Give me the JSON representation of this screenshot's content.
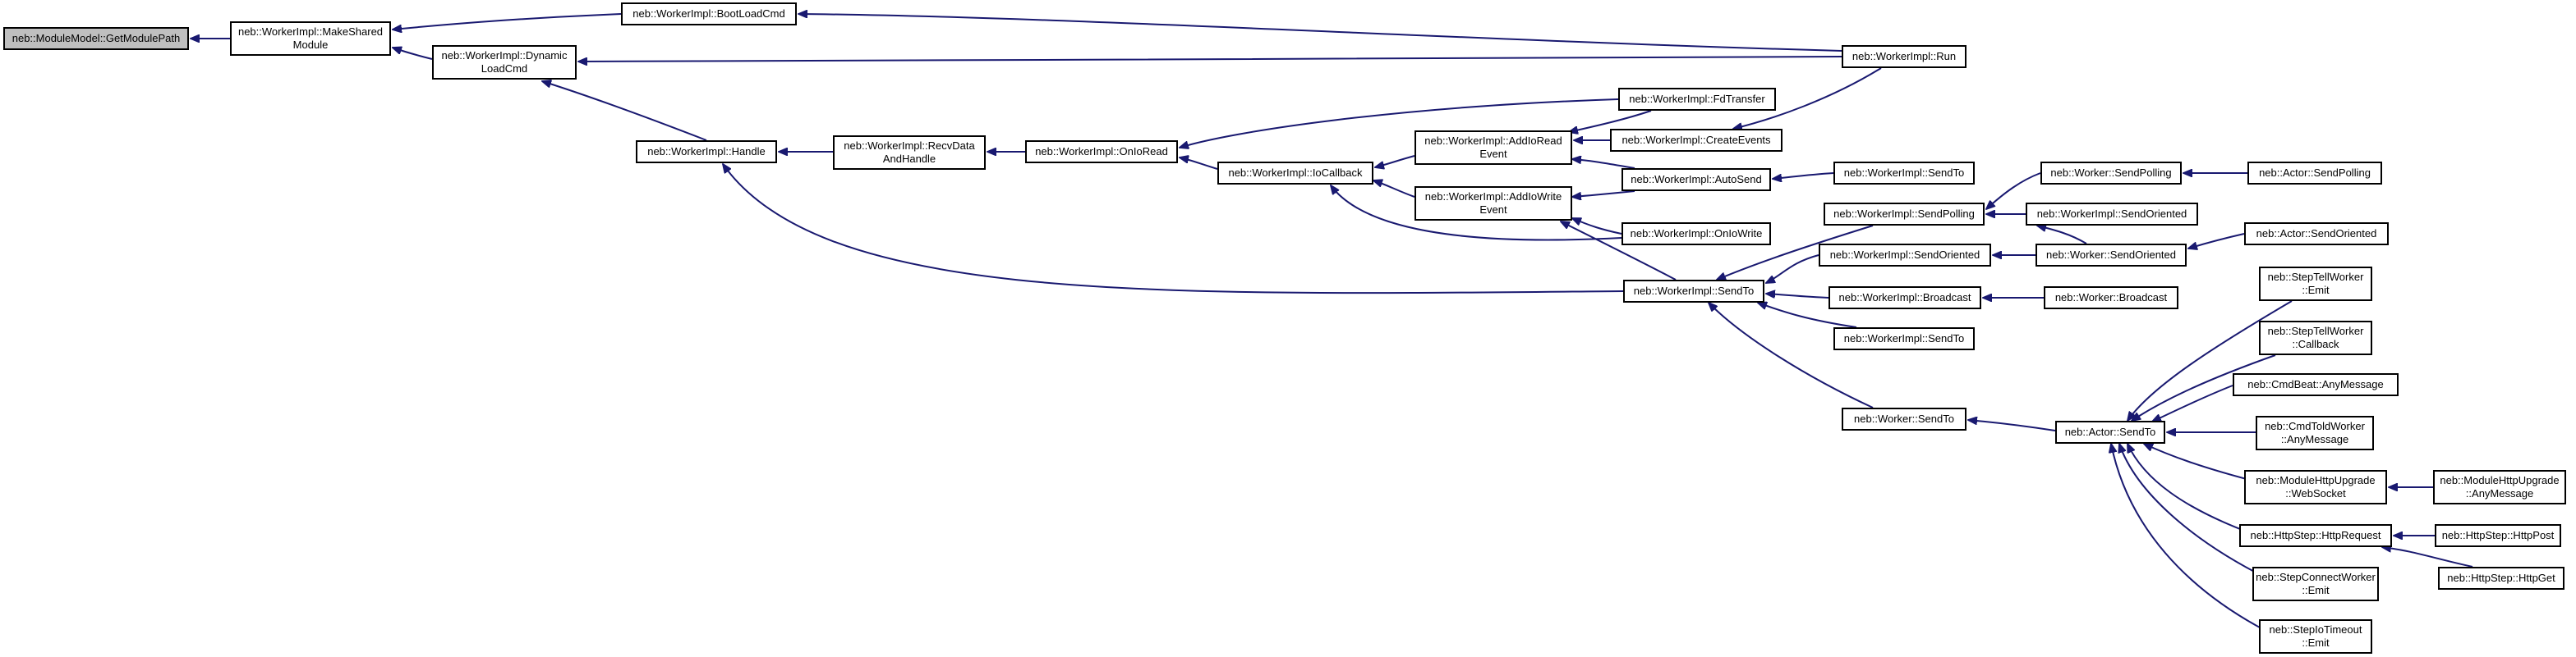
{
  "colors": {
    "edge": "#191970",
    "root_fill": "#bfbfbf",
    "node_fill": "#ffffff",
    "border": "#000000"
  },
  "nodes": {
    "getmodulepath": "neb::ModuleModel::GetModulePath",
    "makeshared": "neb::WorkerImpl::MakeShared\nModule",
    "bootloadcmd": "neb::WorkerImpl::BootLoadCmd",
    "dynamicloadcmd": "neb::WorkerImpl::Dynamic\nLoadCmd",
    "run": "neb::WorkerImpl::Run",
    "handle": "neb::WorkerImpl::Handle",
    "recvdata": "neb::WorkerImpl::RecvData\nAndHandle",
    "onioread": "neb::WorkerImpl::OnIoRead",
    "iocallback": "neb::WorkerImpl::IoCallback",
    "fdtransfer": "neb::WorkerImpl::FdTransfer",
    "addioread": "neb::WorkerImpl::AddIoRead\nEvent",
    "createevents": "neb::WorkerImpl::CreateEvents",
    "autosend": "neb::WorkerImpl::AutoSend",
    "sendto_a": "neb::WorkerImpl::SendTo",
    "addiowrite": "neb::WorkerImpl::AddIoWrite\nEvent",
    "oniowrite": "neb::WorkerImpl::OnIoWrite",
    "sendpolling": "neb::WorkerImpl::SendPolling",
    "w_sendpolling": "neb::Worker::SendPolling",
    "a_sendpolling": "neb::Actor::SendPolling",
    "sendoriented_a": "neb::WorkerImpl::SendOriented",
    "sendoriented_b": "neb::WorkerImpl::SendOriented",
    "w_sendoriented": "neb::Worker::SendOriented",
    "a_sendoriented": "neb::Actor::SendOriented",
    "sendto_main": "neb::WorkerImpl::SendTo",
    "broadcast": "neb::WorkerImpl::Broadcast",
    "w_broadcast": "neb::Worker::Broadcast",
    "sendto_b": "neb::WorkerImpl::SendTo",
    "w_sendto": "neb::Worker::SendTo",
    "a_sendto": "neb::Actor::SendTo",
    "steptell_emit": "neb::StepTellWorker\n::Emit",
    "steptell_cb": "neb::StepTellWorker\n::Callback",
    "cmdbeat": "neb::CmdBeat::AnyMessage",
    "cmdtold": "neb::CmdToldWorker\n::AnyMessage",
    "mhu_ws": "neb::ModuleHttpUpgrade\n::WebSocket",
    "mhu_any": "neb::ModuleHttpUpgrade\n::AnyMessage",
    "httprequest": "neb::HttpStep::HttpRequest",
    "httppost": "neb::HttpStep::HttpPost",
    "httpget": "neb::HttpStep::HttpGet",
    "stepconnect": "neb::StepConnectWorker\n::Emit",
    "stepiotimeout": "neb::StepIoTimeout\n::Emit"
  }
}
